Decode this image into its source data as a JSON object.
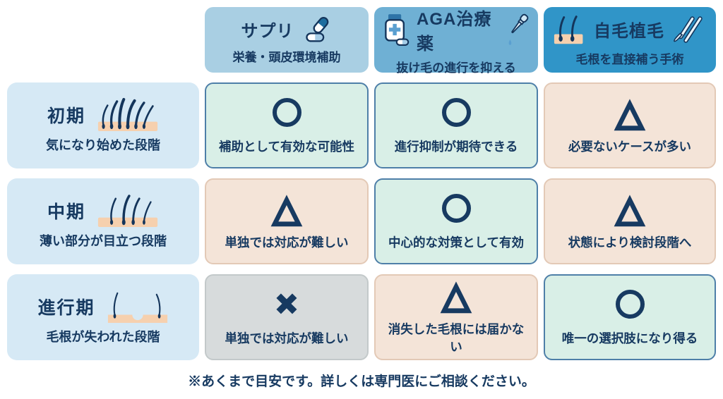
{
  "columns": [
    {
      "key": "supplement",
      "title": "サプリ",
      "subtitle": "栄養・頭皮環境補助",
      "icons": [
        "capsules-icon"
      ]
    },
    {
      "key": "aga-drug",
      "title": "AGA治療薬",
      "subtitle": "抜け毛の進行を抑える",
      "icons": [
        "medicine-bottle-icon",
        "dropper-icon"
      ]
    },
    {
      "key": "transplant",
      "title": "自毛植毛",
      "subtitle": "毛根を直接補う手術",
      "icons": [
        "hair-follicle-icon",
        "surgical-tools-icon"
      ]
    }
  ],
  "rows": [
    {
      "key": "early",
      "title": "初期",
      "subtitle": "気になり始めた段階",
      "icon": "hair-early-icon"
    },
    {
      "key": "middle",
      "title": "中期",
      "subtitle": "薄い部分が目立つ段階",
      "icon": "hair-middle-icon"
    },
    {
      "key": "advanced",
      "title": "進行期",
      "subtitle": "毛根が失われた段階",
      "icon": "hair-advanced-icon"
    }
  ],
  "cells": [
    {
      "symbol": "circle",
      "tone": "good",
      "text": "補助として有効な可能性"
    },
    {
      "symbol": "circle",
      "tone": "good",
      "text": "進行抑制が期待できる"
    },
    {
      "symbol": "triangle",
      "tone": "mid",
      "text": "必要ないケースが多い"
    },
    {
      "symbol": "triangle",
      "tone": "mid",
      "text": "単独では対応が難しい"
    },
    {
      "symbol": "circle",
      "tone": "good",
      "text": "中心的な対策として有効"
    },
    {
      "symbol": "triangle",
      "tone": "mid",
      "text": "状態により検討段階へ"
    },
    {
      "symbol": "cross",
      "tone": "bad",
      "text": "単独では対応が難しい"
    },
    {
      "symbol": "triangle",
      "tone": "mid",
      "text": "消失した毛根には届かない"
    },
    {
      "symbol": "circle",
      "tone": "good",
      "text": "唯一の選択肢になり得る"
    }
  ],
  "footer": {
    "note": "※あくまで目安です。詳しくは専門医にご相談ください。"
  },
  "colors": {
    "text_navy": "#173a61",
    "column_header_bg": [
      "#a9cfe3",
      "#6fb0d4",
      "#3095c8"
    ],
    "row_header_bg": "#d6e9f5",
    "cell_good_bg": "#d9efe7",
    "cell_good_border": "#4e7fa8",
    "cell_mid_bg": "#f4e4d8",
    "cell_bad_bg": "#d7dbdc",
    "skin_tone": "#f6d0ae"
  }
}
